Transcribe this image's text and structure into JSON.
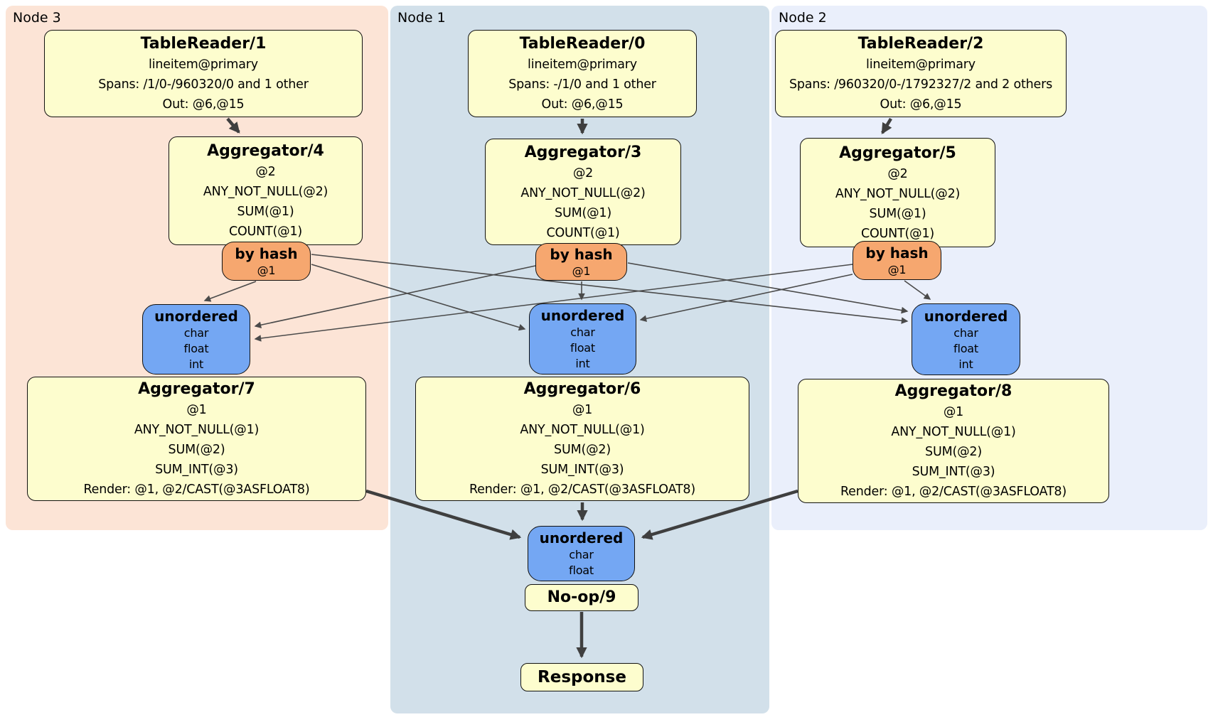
{
  "nodes": [
    {
      "label": "Node 3",
      "table_reader": {
        "title": "TableReader/1",
        "lines": [
          "lineitem@primary",
          "Spans: /1/0-/960320/0 and 1 other",
          "Out: @6,@15"
        ]
      },
      "agg_top": {
        "title": "Aggregator/4",
        "lines": [
          "@2",
          "ANY_NOT_NULL(@2)",
          "SUM(@1)",
          "COUNT(@1)"
        ]
      },
      "router": {
        "title": "by hash",
        "lines": [
          "@1"
        ]
      },
      "sync": {
        "title": "unordered",
        "lines": [
          "char",
          "float",
          "int"
        ]
      },
      "agg_bottom": {
        "title": "Aggregator/7",
        "lines": [
          "@1",
          "ANY_NOT_NULL(@1)",
          "SUM(@2)",
          "SUM_INT(@3)",
          "Render: @1, @2/CAST(@3ASFLOAT8)"
        ]
      }
    },
    {
      "label": "Node 1",
      "table_reader": {
        "title": "TableReader/0",
        "lines": [
          "lineitem@primary",
          "Spans: -/1/0 and 1 other",
          "Out: @6,@15"
        ]
      },
      "agg_top": {
        "title": "Aggregator/3",
        "lines": [
          "@2",
          "ANY_NOT_NULL(@2)",
          "SUM(@1)",
          "COUNT(@1)"
        ]
      },
      "router": {
        "title": "by hash",
        "lines": [
          "@1"
        ]
      },
      "sync": {
        "title": "unordered",
        "lines": [
          "char",
          "float",
          "int"
        ]
      },
      "agg_bottom": {
        "title": "Aggregator/6",
        "lines": [
          "@1",
          "ANY_NOT_NULL(@1)",
          "SUM(@2)",
          "SUM_INT(@3)",
          "Render: @1, @2/CAST(@3ASFLOAT8)"
        ]
      }
    },
    {
      "label": "Node 2",
      "table_reader": {
        "title": "TableReader/2",
        "lines": [
          "lineitem@primary",
          "Spans: /960320/0-/1792327/2 and 2 others",
          "Out: @6,@15"
        ]
      },
      "agg_top": {
        "title": "Aggregator/5",
        "lines": [
          "@2",
          "ANY_NOT_NULL(@2)",
          "SUM(@1)",
          "COUNT(@1)"
        ]
      },
      "router": {
        "title": "by hash",
        "lines": [
          "@1"
        ]
      },
      "sync": {
        "title": "unordered",
        "lines": [
          "char",
          "float",
          "int"
        ]
      },
      "agg_bottom": {
        "title": "Aggregator/8",
        "lines": [
          "@1",
          "ANY_NOT_NULL(@1)",
          "SUM(@2)",
          "SUM_INT(@3)",
          "Render: @1, @2/CAST(@3ASFLOAT8)"
        ]
      }
    }
  ],
  "final": {
    "sync": {
      "title": "unordered",
      "lines": [
        "char",
        "float"
      ]
    },
    "noop": {
      "title": "No-op/9"
    },
    "response": {
      "title": "Response"
    }
  },
  "colors": {
    "node3_bg": "#fce4d6",
    "node1_bg": "#d2e0ea",
    "node2_bg": "#eaeffb",
    "processor_fill": "#fdfdce",
    "router_fill": "#f6a76f",
    "sync_fill": "#74a7f3",
    "edge": "#3f3f3f"
  }
}
